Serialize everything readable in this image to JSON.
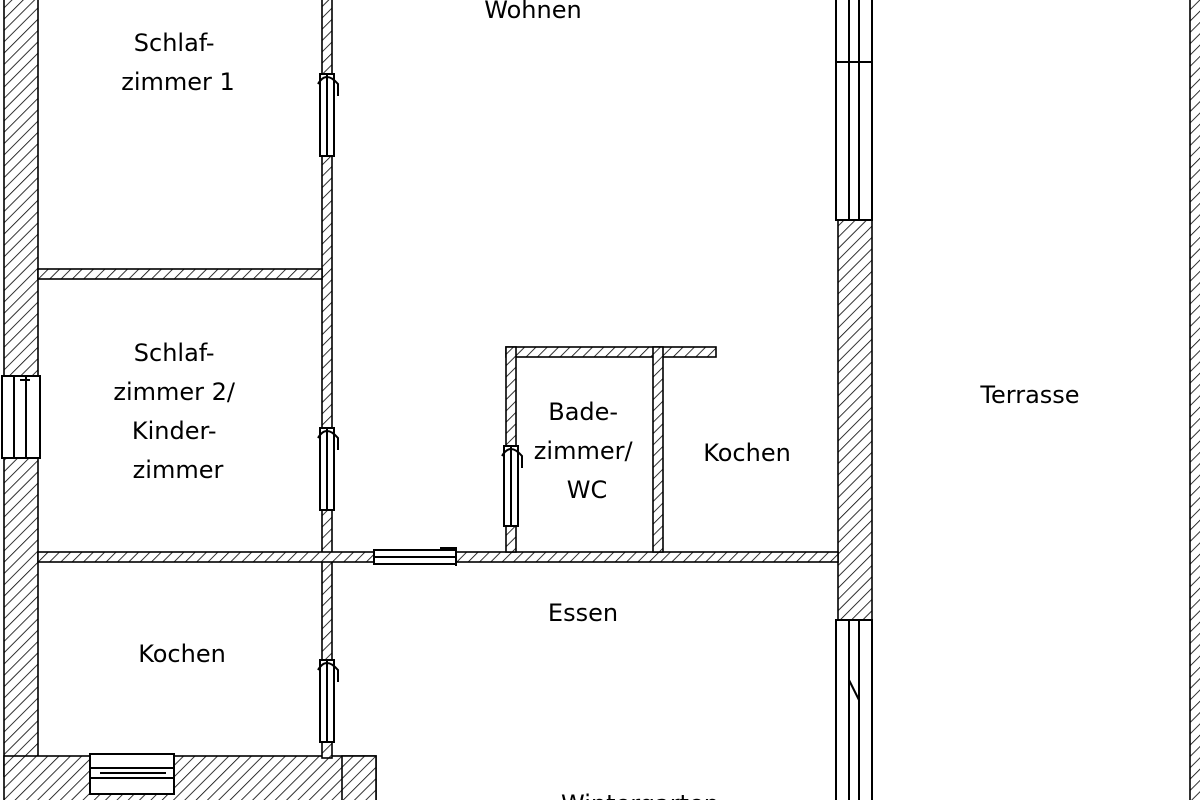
{
  "colors": {
    "background": "#ffffff",
    "line": "#000000",
    "hatch": "#000000"
  },
  "rooms": [
    {
      "id": "wohnen",
      "lines": [
        "Wohnen"
      ]
    },
    {
      "id": "schlafzimmer-1",
      "lines": [
        "Schlaf-",
        "zimmer 1"
      ]
    },
    {
      "id": "schlafzimmer-2",
      "lines": [
        "Schlaf-",
        "zimmer 2/",
        "Kinder-",
        "zimmer"
      ]
    },
    {
      "id": "badezimmer",
      "lines": [
        "Bade-",
        "zimmer/",
        "WC"
      ]
    },
    {
      "id": "kochen-small",
      "lines": [
        "Kochen"
      ]
    },
    {
      "id": "terrasse",
      "lines": [
        "Terrasse"
      ]
    },
    {
      "id": "essen",
      "lines": [
        "Essen"
      ]
    },
    {
      "id": "kochen-left",
      "lines": [
        "Kochen"
      ]
    },
    {
      "id": "wintergarten",
      "lines": [
        "Wintergarten"
      ]
    }
  ]
}
